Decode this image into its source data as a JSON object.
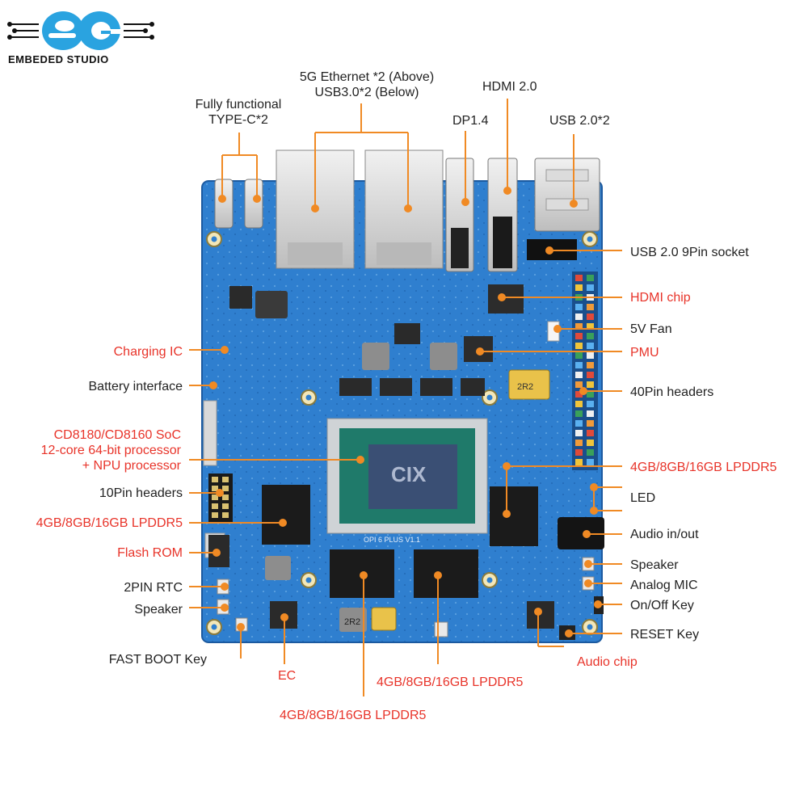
{
  "brand": {
    "logo_text": "EMBEDED STUDIO",
    "colors": {
      "logo_blue": "#2aa3e0",
      "label_orange": "#f08a24",
      "board_blue": "#2f7fcf",
      "red_label": "#e8342a"
    }
  },
  "board": {
    "soc_marking": "CIX",
    "board_marking": "OPI 6 PLUS V1.1",
    "inductor_marking": "2R2",
    "inductor_marking_2": "2R2"
  },
  "labels": {
    "eth_usb": [
      "5G Ethernet *2 (Above)",
      "USB3.0*2 (Below)"
    ],
    "type_c": [
      "Fully functional",
      "TYPE-C*2"
    ],
    "hdmi": "HDMI 2.0",
    "dp": "DP1.4",
    "usb2": "USB 2.0*2",
    "usb2_9pin": "USB 2.0 9Pin socket",
    "hdmi_chip": "HDMI chip",
    "fan": "5V Fan",
    "pmu": "PMU",
    "header40": "40Pin headers",
    "lpddr5_right": "4GB/8GB/16GB LPDDR5",
    "led": "LED",
    "audio_io": "Audio in/out",
    "speaker_right": "Speaker",
    "analog_mic": "Analog MIC",
    "onoff": "On/Off Key",
    "reset": "RESET Key",
    "audio_chip": "Audio chip",
    "lpddr5_bottom_right": "4GB/8GB/16GB LPDDR5",
    "lpddr5_bottom": "4GB/8GB/16GB LPDDR5",
    "ec": "EC",
    "fastboot": "FAST BOOT Key",
    "speaker_left": "Speaker",
    "rtc": "2PIN RTC",
    "flash": "Flash ROM",
    "lpddr5_left": "4GB/8GB/16GB LPDDR5",
    "header10": "10Pin headers",
    "soc": [
      "CD8180/CD8160 SoC",
      "12-core 64-bit processor",
      "+ NPU processor"
    ],
    "battery": "Battery interface",
    "charging": "Charging IC"
  }
}
